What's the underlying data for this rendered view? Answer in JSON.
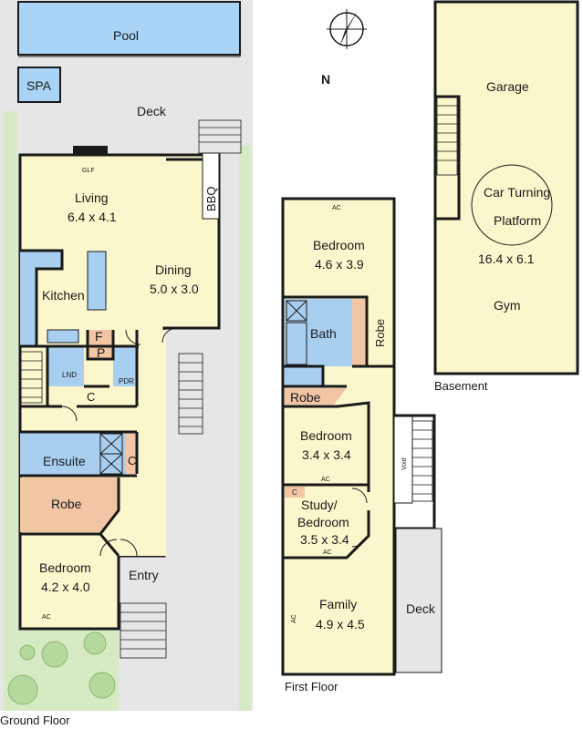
{
  "compass": {
    "north_label": "N"
  },
  "levels": {
    "ground": "Ground Floor",
    "first": "First Floor",
    "basement": "Basement"
  },
  "ground_floor": {
    "pool": "Pool",
    "spa": "SPA",
    "deck": "Deck",
    "glf": "GLF",
    "bbq": "BBQ",
    "living": {
      "name": "Living",
      "size": "6.4 x 4.1"
    },
    "dining": {
      "name": "Dining",
      "size": "5.0 x 3.0"
    },
    "kitchen": "Kitchen",
    "f": "F",
    "p": "P",
    "lnd": "LND",
    "pdr": "PDR",
    "c1": "C",
    "c2": "C",
    "ensuite": "Ensuite",
    "robe": "Robe",
    "bedroom": {
      "name": "Bedroom",
      "size": "4.2 x 4.0"
    },
    "ac": "AC",
    "entry": "Entry"
  },
  "first_floor": {
    "bedroom1": {
      "name": "Bedroom",
      "size": "4.6 x 3.9"
    },
    "ac_top": "AC",
    "bath": "Bath",
    "robe_v": "Robe",
    "robe_h": "Robe",
    "bedroom2": {
      "name": "Bedroom",
      "size": "3.4 x 3.4"
    },
    "ac_mid": "AC",
    "c": "C",
    "study": {
      "line1": "Study/",
      "line2": "Bedroom",
      "size": "3.5 x 3.4"
    },
    "ac_study": "AC",
    "family": {
      "name": "Family",
      "size": "4.9 x 4.5"
    },
    "ac_family": "AC",
    "void": "Void",
    "deck": "Deck"
  },
  "basement": {
    "garage": "Garage",
    "platform_line1": "Car Turning",
    "platform_line2": "Platform",
    "size": "16.4 x 6.1",
    "gym": "Gym"
  },
  "colors": {
    "pool": "#a9d4f5",
    "floor": "#fbf7cc",
    "wet": "#a9cff0",
    "robe": "#f2c6a4",
    "outdoor": "#e6e6e6",
    "garden": "#d6ebc3",
    "wall": "#1a1a1a"
  }
}
